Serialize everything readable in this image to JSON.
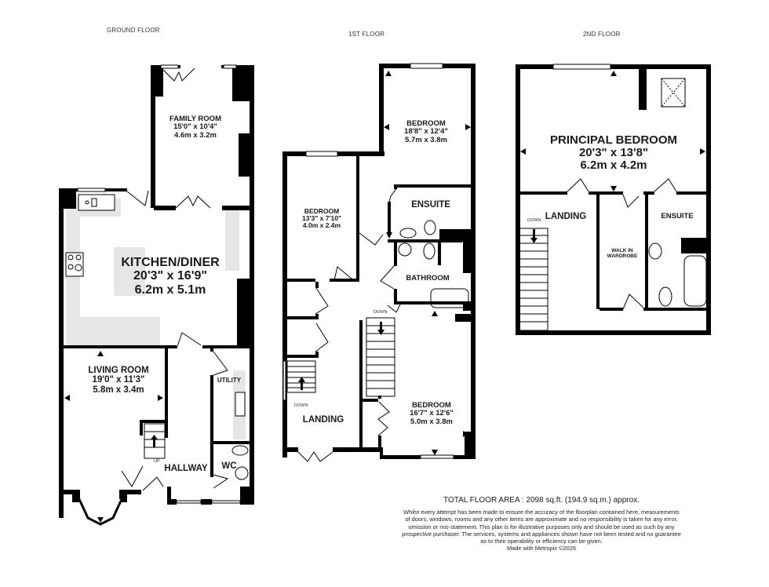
{
  "floors": [
    {
      "title": "GROUND FLOOR",
      "rooms": [
        {
          "name": "FAMILY ROOM",
          "imperial": "15'0\"  x 10'4\"",
          "metric": "4.6m  x 3.2m"
        },
        {
          "name": "KITCHEN/DINER",
          "imperial": "20'3\"  x 16'9\"",
          "metric": "6.2m  x 5.1m"
        },
        {
          "name": "LIVING ROOM",
          "imperial": "19'0\"  x 11'3\"",
          "metric": "5.8m  x 3.4m"
        },
        {
          "name": "UTILITY"
        },
        {
          "name": "WC"
        },
        {
          "name": "HALLWAY"
        }
      ],
      "stair_label": "UP"
    },
    {
      "title": "1ST FLOOR",
      "rooms": [
        {
          "name": "BEDROOM",
          "imperial": "18'8\"  x 12'4\"",
          "metric": "5.7m  x 3.8m"
        },
        {
          "name": "BEDROOM",
          "imperial": "13'3\"  x 7'10\"",
          "metric": "4.0m  x 2.4m"
        },
        {
          "name": "ENSUITE"
        },
        {
          "name": "BATHROOM"
        },
        {
          "name": "BEDROOM",
          "imperial": "16'7\"  x 12'6\"",
          "metric": "5.0m  x 3.8m"
        },
        {
          "name": "LANDING"
        }
      ],
      "stair_labels": [
        "DOWN",
        "DOWN"
      ]
    },
    {
      "title": "2ND FLOOR",
      "rooms": [
        {
          "name": "PRINCIPAL BEDROOM",
          "imperial": "20'3\"  x 13'8\"",
          "metric": "6.2m  x 4.2m"
        },
        {
          "name": "LANDING"
        },
        {
          "name": "WALK IN",
          "name2": "WARDROBE"
        },
        {
          "name": "ENSUITE"
        }
      ],
      "stair_label": "DOWN"
    }
  ],
  "footer": {
    "total_area": "TOTAL FLOOR AREA : 2098 sq.ft. (194.9 sq.m.) approx.",
    "disclaimer": [
      "Whilst every attempt has been made to ensure the accuracy of the floorplan contained here, measurements",
      "of doors, windows, rooms and any other items are approximate and no responsibility is taken for any error,",
      "omission or mis-statement. This plan is for illustrative purposes only and should be used as such by any",
      "prospective purchaser. The services, systems and appliances shown have not been tested and no guarantee",
      "as to their operability or efficiency can be given."
    ],
    "credit": "Made with Metropix ©2026"
  },
  "colors": {
    "wall": "#000000",
    "counter": "#e6e6e6",
    "background": "#ffffff"
  }
}
